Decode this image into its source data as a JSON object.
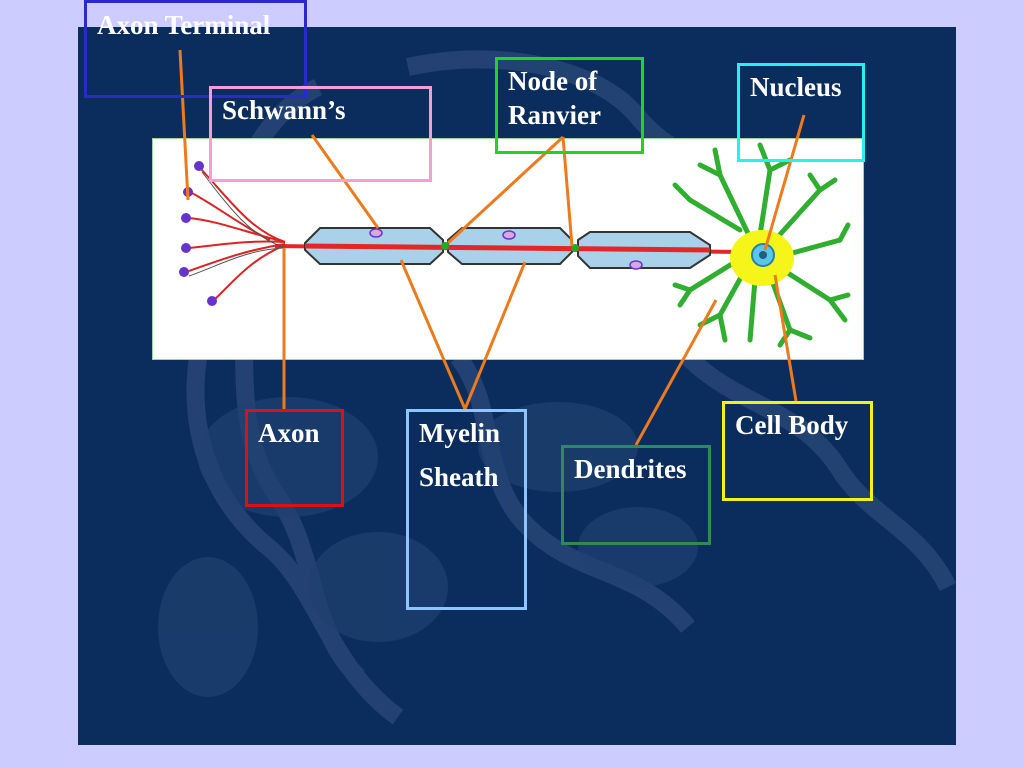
{
  "labels": {
    "axon_terminal": "Axon Terminal",
    "schwann": "Schwann’s",
    "node_of_ranvier": "Node of Ranvier",
    "nucleus": "Nucleus",
    "axon": "Axon",
    "myelin_line1": "Myelin",
    "myelin_line2": "Sheath",
    "dendrites": "Dendrites",
    "cell_body": "Cell Body"
  },
  "colors": {
    "background": "#ccccff",
    "panel": "#0b2d5e",
    "leader_lines": "#ee7a1e",
    "axon_core": "#e32626",
    "myelin": "#a9d2ea",
    "dendrites": "#2fae2f",
    "cell_body": "#f5f51a",
    "nucleus": "#59c7e8",
    "terminal_bulbs": "#6633cc"
  }
}
